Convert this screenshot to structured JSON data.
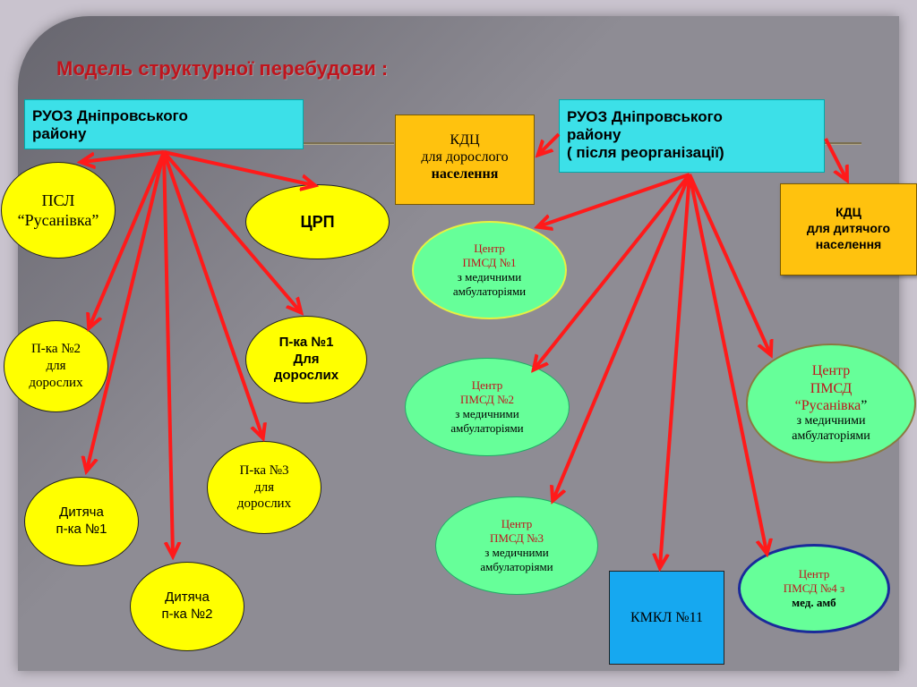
{
  "title": "Модель структурної перебудови :",
  "ruoz_left": {
    "line1": " РУОЗ Дніпровського",
    "line2": "району"
  },
  "ruoz_right": {
    "line1": " РУОЗ Дніпровського",
    "line2": "району",
    "line3": "( після реорганізації)"
  },
  "kdc_adult": {
    "line1": "КДЦ",
    "line2": "для дорослого",
    "line3": "населення"
  },
  "kdc_child": {
    "line1": "КДЦ",
    "line2": "для дитячого",
    "line3": "населення"
  },
  "psl": {
    "line1": "ПСЛ",
    "line2": "“Русанівка”"
  },
  "crp": {
    "label": "ЦРП"
  },
  "pka2": {
    "line1": "П-ка №2",
    "line2": "для",
    "line3": "дорослих"
  },
  "pka1": {
    "line1": "П-ка №1",
    "line2": "Для",
    "line3": "дорослих"
  },
  "pka3": {
    "line1": "П-ка №3",
    "line2": "для",
    "line3": "дорослих"
  },
  "child1": {
    "line1": "Дитяча",
    "line2": "п-ка №1"
  },
  "child2": {
    "line1": "Дитяча",
    "line2": "п-ка №2"
  },
  "pmsd1": {
    "line1": "Центр",
    "line2": "ПМСД №1",
    "line3": "з медичними",
    "line4": "амбулаторіями"
  },
  "pmsd2": {
    "line1": "Центр",
    "line2": "ПМСД №2",
    "line3": "з медичними",
    "line4": "амбулаторіями"
  },
  "pmsd3": {
    "line1": "Центр",
    "line2": "ПМСД №3",
    "line3": "з медичними",
    "line4": "амбулаторіями"
  },
  "pmsd_rus": {
    "line1": "Центр",
    "line2": "ПМСД",
    "line3a": "“Русанівка",
    "line3b": "”",
    "line4": "з медичними",
    "line5": "амбулаторіями"
  },
  "pmsd4": {
    "line1": "Центр",
    "line2": "ПМСД №4 з",
    "line3": "мед. амб"
  },
  "kmkl": {
    "label": "КМКЛ №11"
  },
  "colors": {
    "arrow": "#ff1a1a",
    "title": "#c0141c",
    "cyan": "#3ce0e8",
    "yellow": "#ffff00",
    "green": "#66ff99",
    "orange": "#ffc20e",
    "blue": "#16a8f0"
  }
}
